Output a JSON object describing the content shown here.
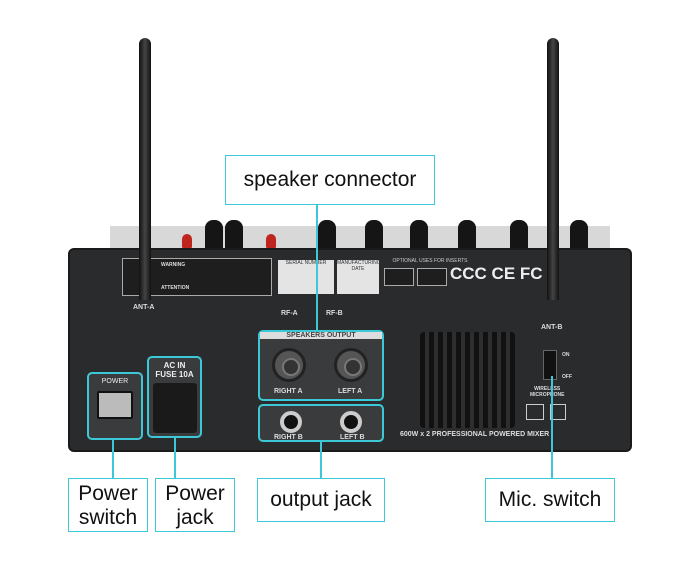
{
  "callouts": {
    "speaker_connector": "speaker connector",
    "power_switch": [
      "Power",
      "switch"
    ],
    "power_jack": [
      "Power",
      "jack"
    ],
    "output_jack": "output jack",
    "mic_switch": "Mic. switch"
  },
  "device": {
    "ant_a": "ANT-A",
    "ant_b": "ANT-B",
    "rf_a": "RF-A",
    "rf_b": "RF-B",
    "power_label": "POWER",
    "ac_in": [
      "AC IN",
      "FUSE 10A"
    ],
    "speakers_output": "SPEAKERS OUTPUT",
    "right_a": "RIGHT A",
    "left_a": "LEFT A",
    "right_b": "RIGHT B",
    "left_b": "LEFT B",
    "serial_number": "SERIAL NUMBER",
    "manufacturing_date": "MANUFACTURING DATE",
    "optional_uses": "OPTIONAL USES FOR INSERTS",
    "warning": "WARNING",
    "attention": "ATTENTION",
    "certifications": "CCC CE FC",
    "on": "ON",
    "off": "OFF",
    "wireless_microphone": [
      "WIRELESS",
      "MICROPHONE"
    ],
    "model_text": "600W x 2 PROFESSIONAL POWERED MIXER"
  },
  "colors": {
    "accent": "#3cc8d6",
    "body": "#2a2b2d"
  }
}
